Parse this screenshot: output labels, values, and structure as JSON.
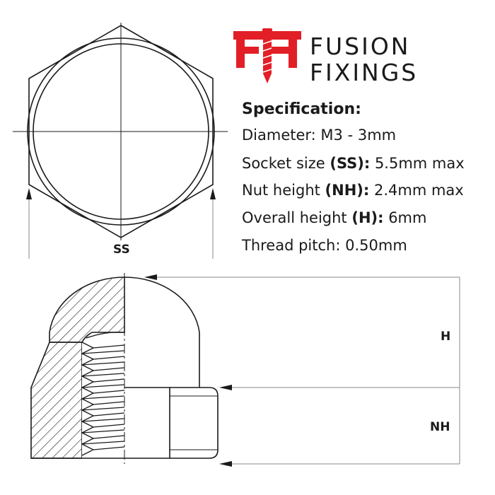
{
  "brand": {
    "line1": "FUSION",
    "line2": "FIXINGS",
    "accent_color": "#e21f26",
    "logo_icon": "ff-screw-logo-icon"
  },
  "spec": {
    "title": "Specification:",
    "items": [
      {
        "label": "Diameter: ",
        "key": "",
        "value": "M3 - 3mm"
      },
      {
        "label": "Socket size ",
        "key": "(SS):",
        "value": " 5.5mm max"
      },
      {
        "label": "Nut height ",
        "key": "(NH):",
        "value": " 2.4mm max"
      },
      {
        "label": "Overall height ",
        "key": "(H):",
        "value": " 6mm"
      },
      {
        "label": "Thread pitch: ",
        "key": "",
        "value": "0.50mm"
      }
    ]
  },
  "dimensions": {
    "ss": "SS",
    "h": "H",
    "nh": "NH"
  },
  "colors": {
    "line": "#1a1a1a",
    "dim_line": "#888888"
  }
}
